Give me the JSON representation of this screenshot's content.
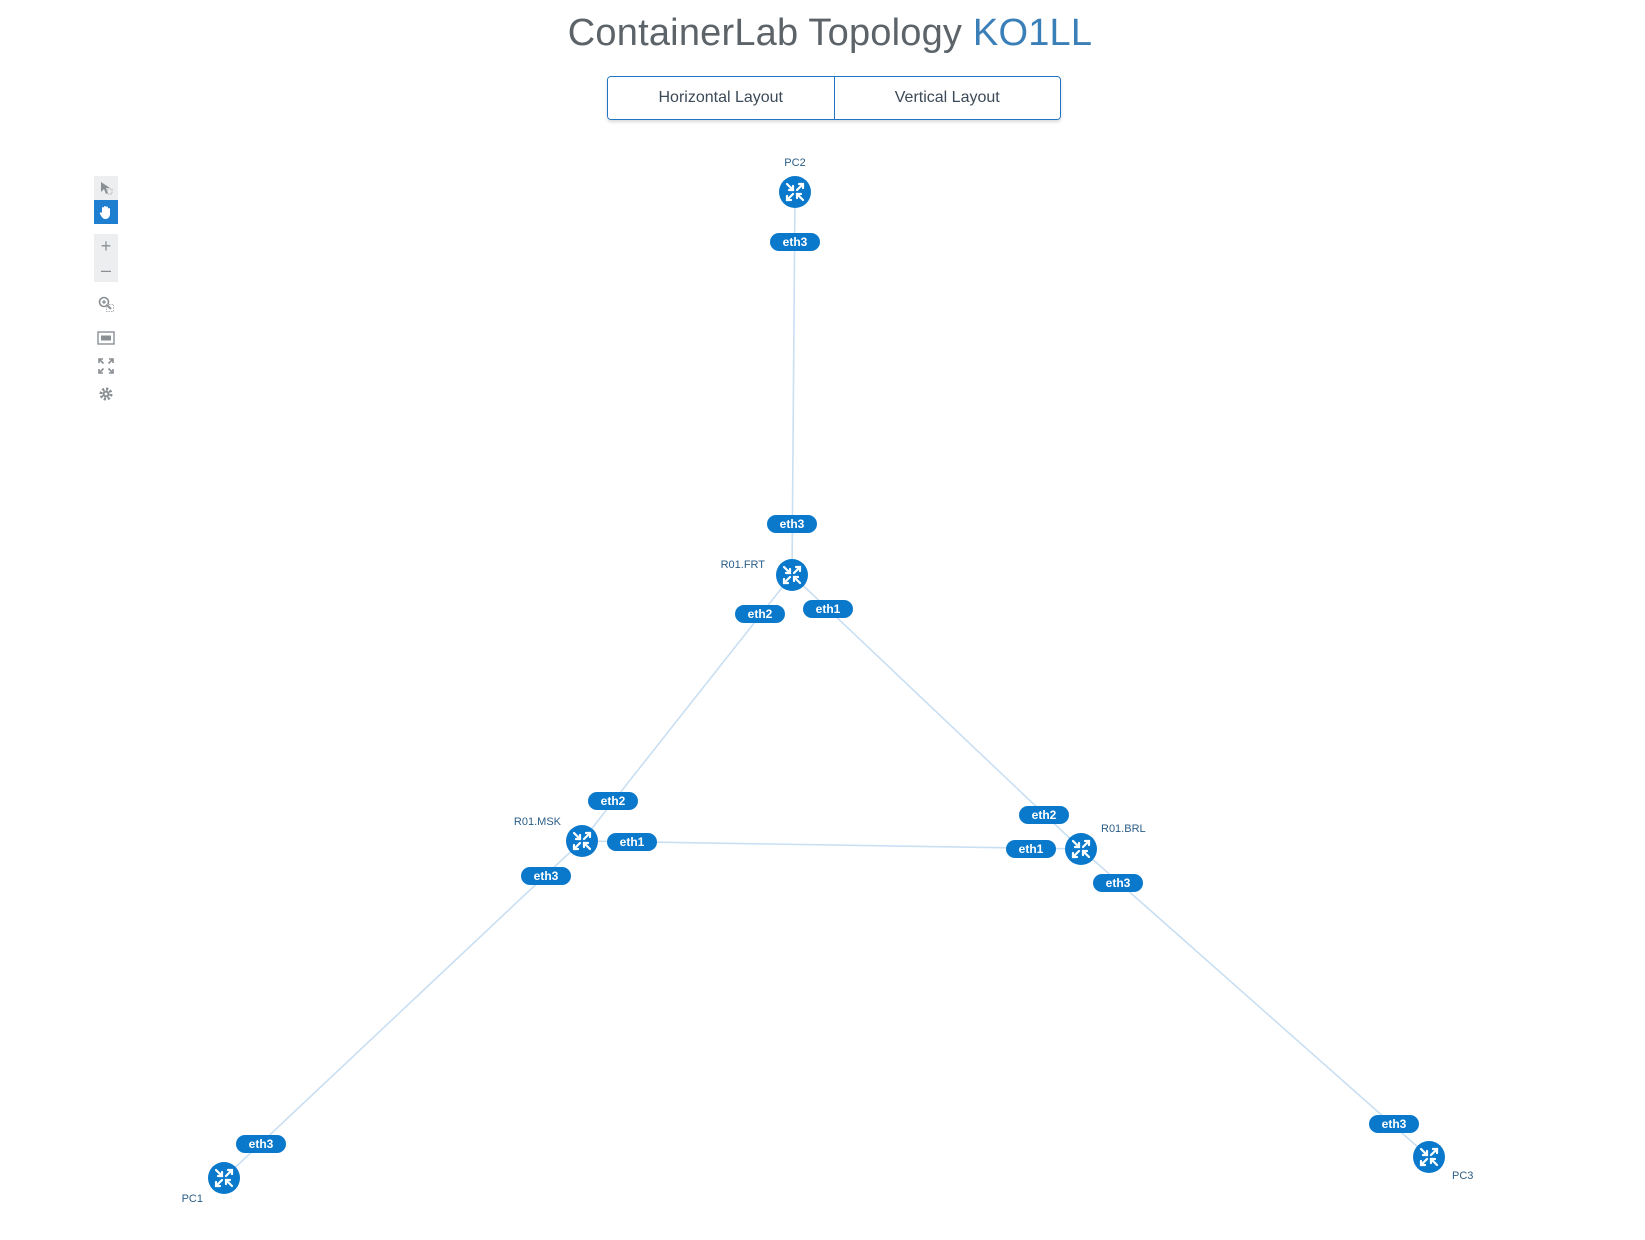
{
  "header": {
    "title": "ContainerLab Topology",
    "lab_name": "KO1LL"
  },
  "layout_buttons": {
    "horizontal": "Horizontal Layout",
    "vertical": "Vertical Layout"
  },
  "toolbar": {
    "tools": [
      {
        "name": "select-tool-icon",
        "state": "inactive"
      },
      {
        "name": "pan-hand-icon",
        "state": "active"
      },
      {
        "name": "zoom-in-icon",
        "state": "inactive"
      },
      {
        "name": "zoom-out-icon",
        "state": "inactive"
      },
      {
        "name": "zoom-area-icon",
        "state": "inactive"
      },
      {
        "name": "fit-to-screen-icon",
        "state": "inactive"
      },
      {
        "name": "fullscreen-icon",
        "state": "inactive"
      },
      {
        "name": "settings-gear-icon",
        "state": "inactive"
      }
    ]
  },
  "topology": {
    "nodes": [
      {
        "id": "PC2",
        "label": "PC2"
      },
      {
        "id": "R01.FRT",
        "label": "R01.FRT"
      },
      {
        "id": "R01.MSK",
        "label": "R01.MSK"
      },
      {
        "id": "R01.BRL",
        "label": "R01.BRL"
      },
      {
        "id": "PC1",
        "label": "PC1"
      },
      {
        "id": "PC3",
        "label": "PC3"
      }
    ],
    "links": [
      {
        "a": "PC2",
        "a_port": "eth3",
        "b": "R01.FRT",
        "b_port": "eth3"
      },
      {
        "a": "R01.FRT",
        "a_port": "eth2",
        "b": "R01.MSK",
        "b_port": "eth2"
      },
      {
        "a": "R01.FRT",
        "a_port": "eth1",
        "b": "R01.BRL",
        "b_port": "eth2"
      },
      {
        "a": "R01.MSK",
        "a_port": "eth1",
        "b": "R01.BRL",
        "b_port": "eth1"
      },
      {
        "a": "R01.MSK",
        "a_port": "eth3",
        "b": "PC1",
        "b_port": "eth3"
      },
      {
        "a": "R01.BRL",
        "a_port": "eth3",
        "b": "PC3",
        "b_port": "eth3"
      }
    ],
    "colors": {
      "node": "#0a79cc",
      "link": "#c9dff2",
      "label": "#2b5d86"
    }
  }
}
